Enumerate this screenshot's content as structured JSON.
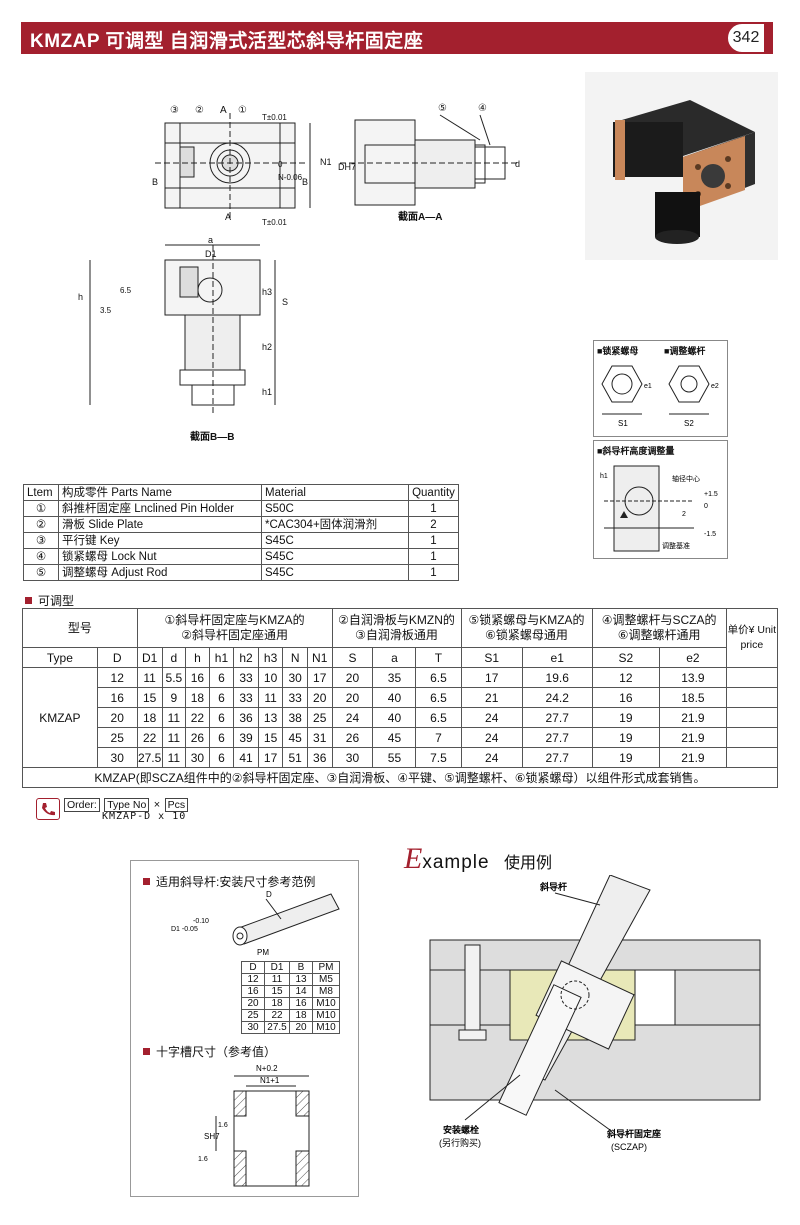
{
  "header": {
    "title": "KMZAP 可调型 自润滑式活型芯斜导杆固定座",
    "page_number": "342"
  },
  "drawing_top": {
    "callouts": [
      "③",
      "②",
      "A",
      "①",
      "⑤",
      "④"
    ],
    "dims_left": [
      "T±0.01",
      "N-0.06",
      "0",
      "T±0.01",
      "B",
      "B",
      "A"
    ],
    "dims_section": [
      "N1",
      "DH7",
      "d",
      "截面A—A"
    ],
    "dims_bottom": [
      "a",
      "D1",
      "h",
      "3.5",
      "6.5",
      "h3",
      "S",
      "h2",
      "h1",
      "截面B—B"
    ]
  },
  "side_panel": {
    "lock_nut_title": "■锁紧螺母",
    "adjust_rod_title": "■调整螺杆",
    "lock_nut_dims": [
      "e1",
      "S1"
    ],
    "adjust_rod_dims": [
      "e2",
      "S2"
    ],
    "height_title": "■斜导杆高度调整量",
    "height_labels": [
      "轴径中心",
      "+1.5",
      "0",
      "-1.5",
      "调整基准",
      "h1",
      "2"
    ]
  },
  "parts_table": {
    "headers": [
      "Ltem",
      "构成零件 Parts Name",
      "Material",
      "Quantity"
    ],
    "rows": [
      [
        "①",
        "斜推杆固定座 Lnclined Pin Holder",
        "S50C",
        "1"
      ],
      [
        "②",
        "滑板 Slide Plate",
        "*CAC304+固体润滑剂",
        "2"
      ],
      [
        "③",
        "平行键 Key",
        "S45C",
        "1"
      ],
      [
        "④",
        "锁紧螺母 Lock Nut",
        "S45C",
        "1"
      ],
      [
        "⑤",
        "调整螺母 Adjust Rod",
        "S45C",
        "1"
      ]
    ]
  },
  "main_table": {
    "section_label": "可调型",
    "model_label": "型号",
    "group1": [
      "①斜导杆固定座与KMZA的",
      "②斜导杆固定座通用"
    ],
    "group2": [
      "②自润滑板与KMZN的",
      "③自润滑板通用"
    ],
    "group3": [
      "⑤锁紧螺母与KMZA的",
      "⑥锁紧螺母通用"
    ],
    "group4": [
      "④调整螺杆与SCZA的",
      "⑥调整螺杆通用"
    ],
    "price_label": "单价¥ Unit price",
    "columns": [
      "Type",
      "D",
      "D1",
      "d",
      "h",
      "h1",
      "h2",
      "h3",
      "N",
      "N1",
      "S",
      "a",
      "T",
      "S1",
      "e1",
      "S2",
      "e2"
    ],
    "type_name": "KMZAP",
    "rows": [
      [
        "12",
        "11",
        "5.5",
        "16",
        "6",
        "33",
        "10",
        "30",
        "17",
        "20",
        "35",
        "6.5",
        "17",
        "19.6",
        "12",
        "13.9"
      ],
      [
        "16",
        "15",
        "9",
        "18",
        "6",
        "33",
        "11",
        "33",
        "20",
        "20",
        "40",
        "6.5",
        "21",
        "24.2",
        "16",
        "18.5"
      ],
      [
        "20",
        "18",
        "11",
        "22",
        "6",
        "36",
        "13",
        "38",
        "25",
        "24",
        "40",
        "6.5",
        "24",
        "27.7",
        "19",
        "21.9"
      ],
      [
        "25",
        "22",
        "11",
        "26",
        "6",
        "39",
        "15",
        "45",
        "31",
        "26",
        "45",
        "7",
        "24",
        "27.7",
        "19",
        "21.9"
      ],
      [
        "30",
        "27.5",
        "11",
        "30",
        "6",
        "41",
        "17",
        "51",
        "36",
        "30",
        "55",
        "7.5",
        "24",
        "27.7",
        "19",
        "21.9"
      ]
    ],
    "note": "KMZAP(即SCZA组件中的②斜导杆固定座、③自润滑板、④平键、⑤调整螺杆、⑥锁紧螺母）以组件形式成套销售。"
  },
  "order": {
    "order_label": "Order:",
    "type_label": "Type No",
    "times": "×",
    "pcs_label": "Pcs",
    "example": "KMZAP-D x 10"
  },
  "reference_panel": {
    "title1": "适用斜导杆:安装尺寸参考范例",
    "dims1": [
      "D",
      "D1 -0.05",
      "-0.10",
      "PM"
    ],
    "ref_headers": [
      "D",
      "D1",
      "B",
      "PM"
    ],
    "ref_rows": [
      [
        "12",
        "11",
        "13",
        "M5"
      ],
      [
        "16",
        "15",
        "14",
        "M8"
      ],
      [
        "20",
        "18",
        "16",
        "M10"
      ],
      [
        "25",
        "22",
        "18",
        "M10"
      ],
      [
        "30",
        "27.5",
        "20",
        "M10"
      ]
    ],
    "title2": "十字槽尺寸（参考值）",
    "dims2": [
      "N+0.2",
      "N1+1",
      "SH7",
      "1.6",
      "1.6"
    ]
  },
  "example": {
    "title_big": "E",
    "title_rest": "xample",
    "title_cn": "使用例",
    "label_pin": "斜导杆",
    "label_bolt": "安装螺栓",
    "label_bolt_sub": "(另行购买)",
    "label_holder": "斜导杆固定座",
    "label_holder_sub": "(SCZAP)"
  },
  "colors": {
    "accent": "#a3202e",
    "bronze": "#c8875a",
    "slide": "#e8e8b8"
  }
}
